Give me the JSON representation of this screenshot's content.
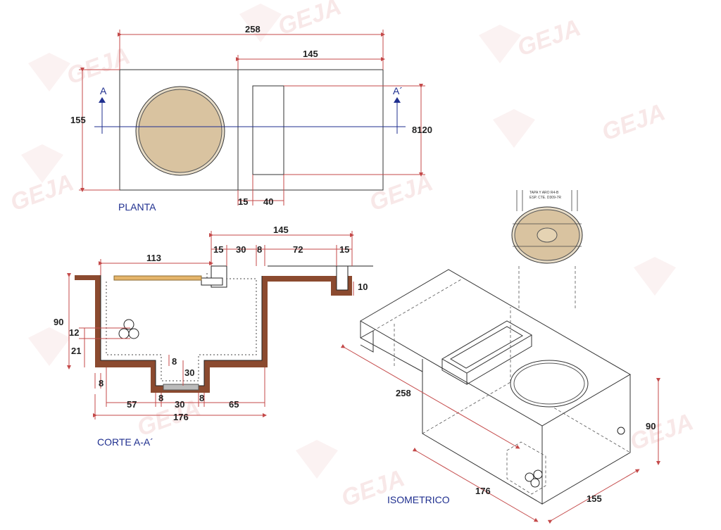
{
  "views": {
    "plan": {
      "title": "PLANTA",
      "dims": {
        "total_width": "258",
        "right_width": "145",
        "height": "155",
        "right_height": "8120",
        "left_offset": "15",
        "slot_width": "40"
      },
      "cut_labels": {
        "left": "A",
        "right": "A´"
      }
    },
    "section": {
      "title": "CORTE A-A´",
      "dims": {
        "top_total": "145",
        "top_15a": "15",
        "top_30": "30",
        "top_8": "8",
        "top_72": "72",
        "top_15b": "15",
        "left_113": "113",
        "right_10": "10",
        "height_90": "90",
        "pipe_12": "12",
        "pipe_21": "21",
        "wall_8_left": "8",
        "inner_8": "8",
        "step_30": "30",
        "bottom_57": "57",
        "bottom_8a": "8",
        "bottom_30": "30",
        "bottom_8b": "8",
        "bottom_65": "65",
        "bottom_total": "176"
      }
    },
    "iso": {
      "title": "ISOMETRICO",
      "dims": {
        "length": "258",
        "width": "176",
        "depth": "155",
        "height": "90"
      },
      "lid_note_1": "TAPA Y ARO R4-B",
      "lid_note_2": "ESP. CTE. D309-7R"
    }
  },
  "watermark": {
    "text": "GEJA"
  },
  "colors": {
    "dimension_line": "#c44a4a",
    "title_blue": "#1f2f8f",
    "concrete": "#8b4a2f",
    "lid_fill": "#d9c3a0",
    "lid_ring": "#e8ddc8",
    "pipe_fill": "#e5d3b3"
  }
}
